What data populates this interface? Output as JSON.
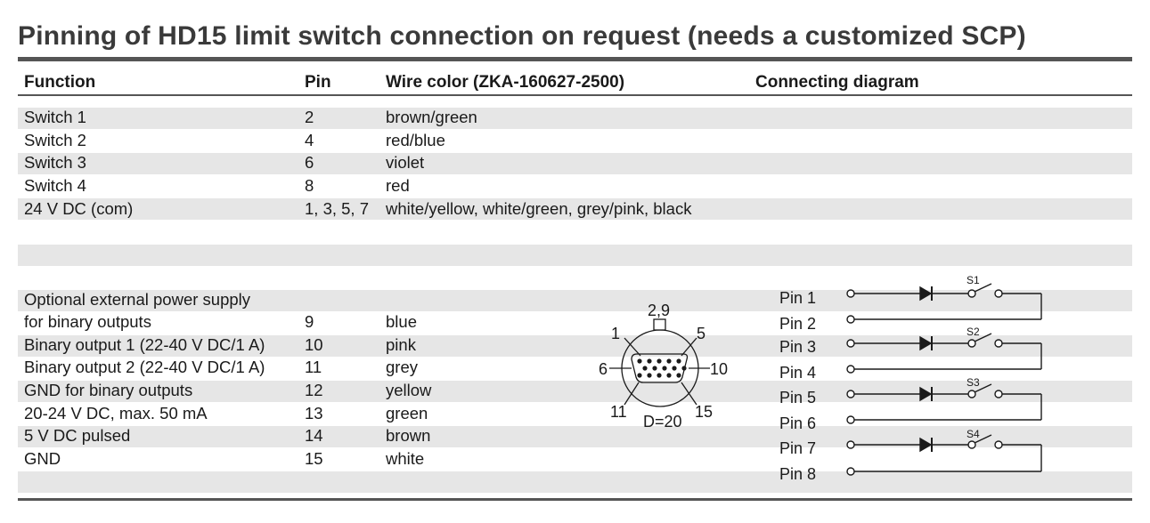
{
  "title": "Pinning of HD15 limit switch connection on request (needs a customized SCP)",
  "headers": {
    "function": "Function",
    "pin": "Pin",
    "wire_color": "Wire color (ZKA-160627-2500)",
    "diagram": "Connecting diagram"
  },
  "rows_top": [
    {
      "function": "Switch 1",
      "pin": "2",
      "color": "brown/green"
    },
    {
      "function": "Switch 2",
      "pin": "4",
      "color": "red/blue"
    },
    {
      "function": "Switch 3",
      "pin": "6",
      "color": "violet"
    },
    {
      "function": "Switch 4",
      "pin": "8",
      "color": "red"
    },
    {
      "function": "24 V DC (com)",
      "pin": "1, 3, 5, 7",
      "color": "white/yellow, white/green, grey/pink, black"
    }
  ],
  "rows_bottom": [
    {
      "function": "Optional external power supply",
      "pin": "",
      "color": ""
    },
    {
      "function": "for binary outputs",
      "pin": "9",
      "color": "blue"
    },
    {
      "function": "Binary output 1 (22-40 V DC/1 A)",
      "pin": "10",
      "color": "pink"
    },
    {
      "function": "Binary output 2 (22-40 V DC/1 A)",
      "pin": "11",
      "color": "grey"
    },
    {
      "function": "GND for binary outputs",
      "pin": "12",
      "color": "yellow"
    },
    {
      "function": "20-24 V DC, max. 50 mA",
      "pin": "13",
      "color": "green"
    },
    {
      "function": "5 V DC pulsed",
      "pin": "14",
      "color": "brown"
    },
    {
      "function": "GND",
      "pin": "15",
      "color": "white"
    }
  ],
  "connector": {
    "label_top": "2,9",
    "label_1": "1",
    "label_5": "5",
    "label_6": "6",
    "label_10": "10",
    "label_11": "11",
    "label_15": "15",
    "label_d": "D=20"
  },
  "diagram": {
    "pins": [
      "Pin 1",
      "Pin 2",
      "Pin 3",
      "Pin 4",
      "Pin 5",
      "Pin 6",
      "Pin 7",
      "Pin 8"
    ],
    "switches": [
      "S1",
      "S2",
      "S3",
      "S4"
    ]
  },
  "colors": {
    "band": "#e6e6e6",
    "rule": "#555555",
    "title": "#3a3a3a"
  }
}
